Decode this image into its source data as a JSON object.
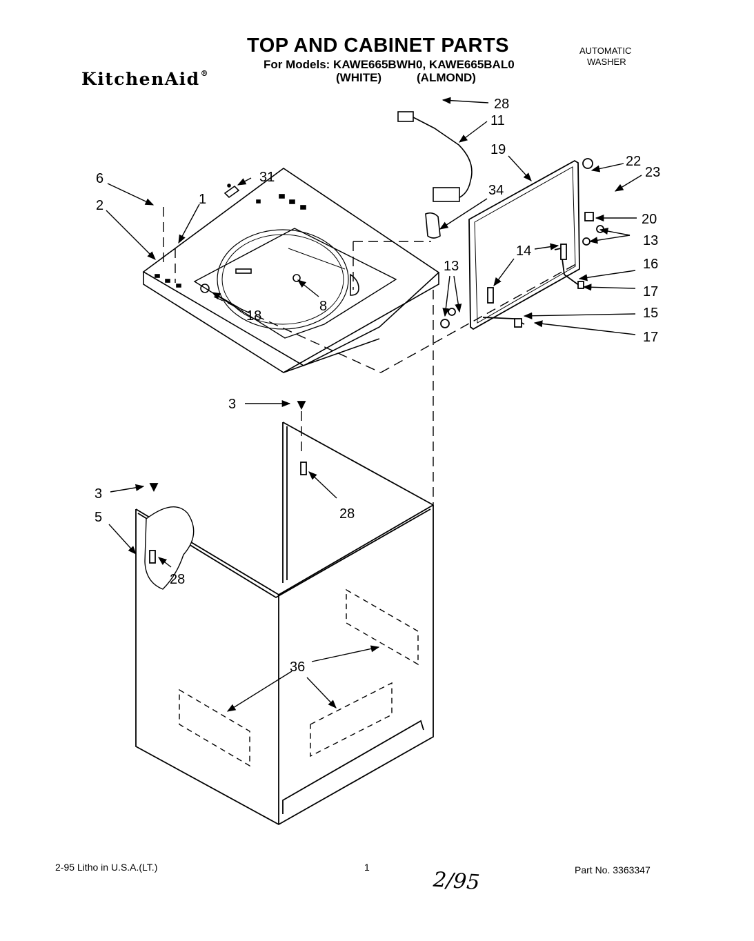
{
  "header": {
    "title": "TOP AND CABINET PARTS",
    "models_line": "For Models: KAWE665BWH0, KAWE665BAL0",
    "variant_white": "(WHITE)",
    "variant_almond": "(ALMOND)",
    "product_type_line1": "AUTOMATIC",
    "product_type_line2": "WASHER",
    "brand": "KitchenAid"
  },
  "callouts": [
    {
      "id": "c28a",
      "text": "28"
    },
    {
      "id": "c11",
      "text": "11"
    },
    {
      "id": "c19",
      "text": "19"
    },
    {
      "id": "c22",
      "text": "22"
    },
    {
      "id": "c23",
      "text": "23"
    },
    {
      "id": "c6",
      "text": "6"
    },
    {
      "id": "c31",
      "text": "31"
    },
    {
      "id": "c1",
      "text": "1"
    },
    {
      "id": "c2",
      "text": "2"
    },
    {
      "id": "c34",
      "text": "34"
    },
    {
      "id": "c20",
      "text": "20"
    },
    {
      "id": "c13a",
      "text": "13"
    },
    {
      "id": "c14",
      "text": "14"
    },
    {
      "id": "c13b",
      "text": "13"
    },
    {
      "id": "c16",
      "text": "16"
    },
    {
      "id": "c17a",
      "text": "17"
    },
    {
      "id": "c15",
      "text": "15"
    },
    {
      "id": "c17b",
      "text": "17"
    },
    {
      "id": "c8",
      "text": "8"
    },
    {
      "id": "c18",
      "text": "18"
    },
    {
      "id": "c3a",
      "text": "3"
    },
    {
      "id": "c28b",
      "text": "28"
    },
    {
      "id": "c3b",
      "text": "3"
    },
    {
      "id": "c5",
      "text": "5"
    },
    {
      "id": "c28c",
      "text": "28"
    },
    {
      "id": "c36",
      "text": "36"
    }
  ],
  "footer": {
    "left": "2-95 Litho in U.S.A.(LT.)",
    "page": "1",
    "right": "Part No. 3363347",
    "handwritten": "2/95"
  }
}
